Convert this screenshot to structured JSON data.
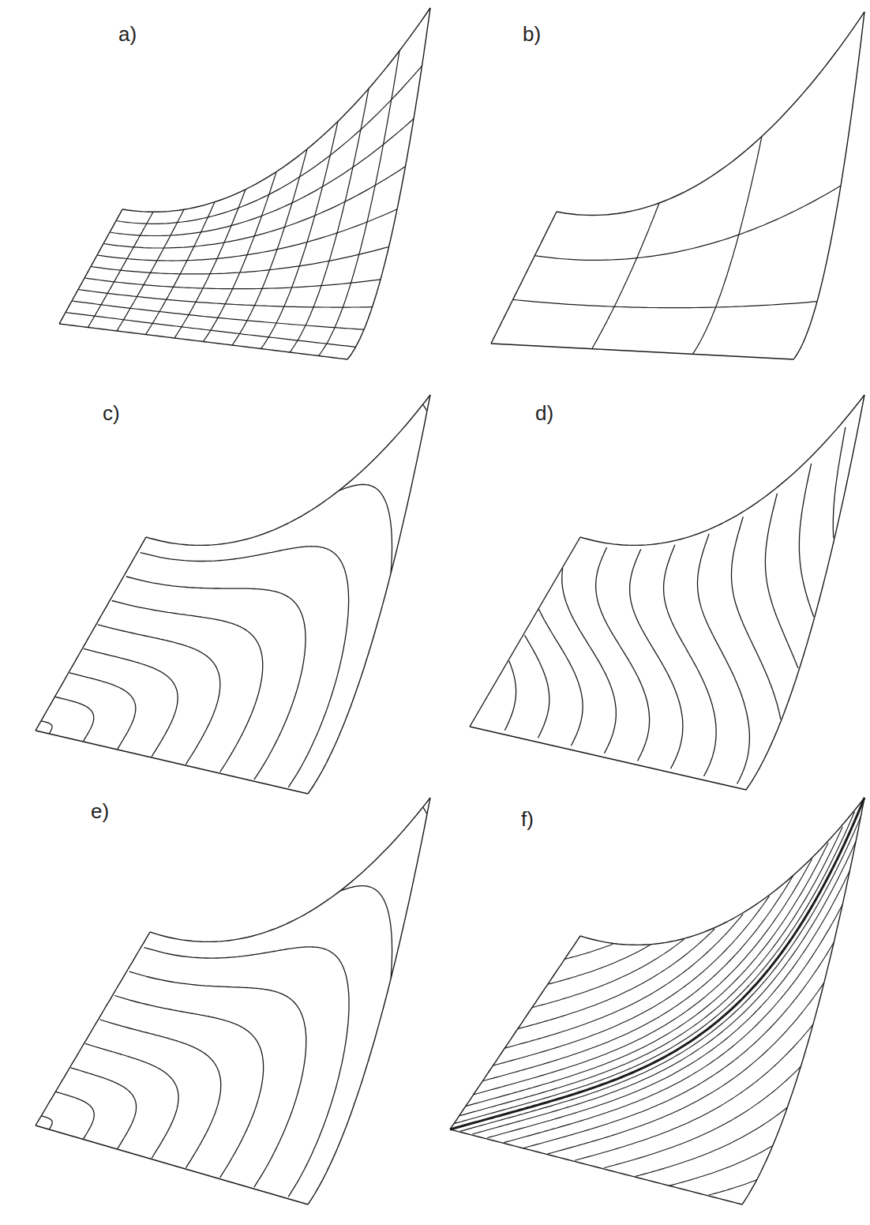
{
  "diagram": {
    "labels": [
      "a)",
      "b)",
      "c)",
      "d)",
      "e)",
      "f)"
    ]
  }
}
